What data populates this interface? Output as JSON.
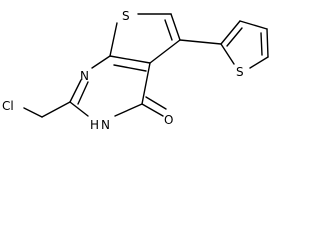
{
  "molecule": {
    "atoms": {
      "thiophene_fused_s": "S",
      "thienyl_s": "S",
      "ring_n_top": "N",
      "ring_nh": "N",
      "ring_nh_h": "H",
      "carbonyl_o": "O",
      "chlorine": "Cl"
    }
  }
}
